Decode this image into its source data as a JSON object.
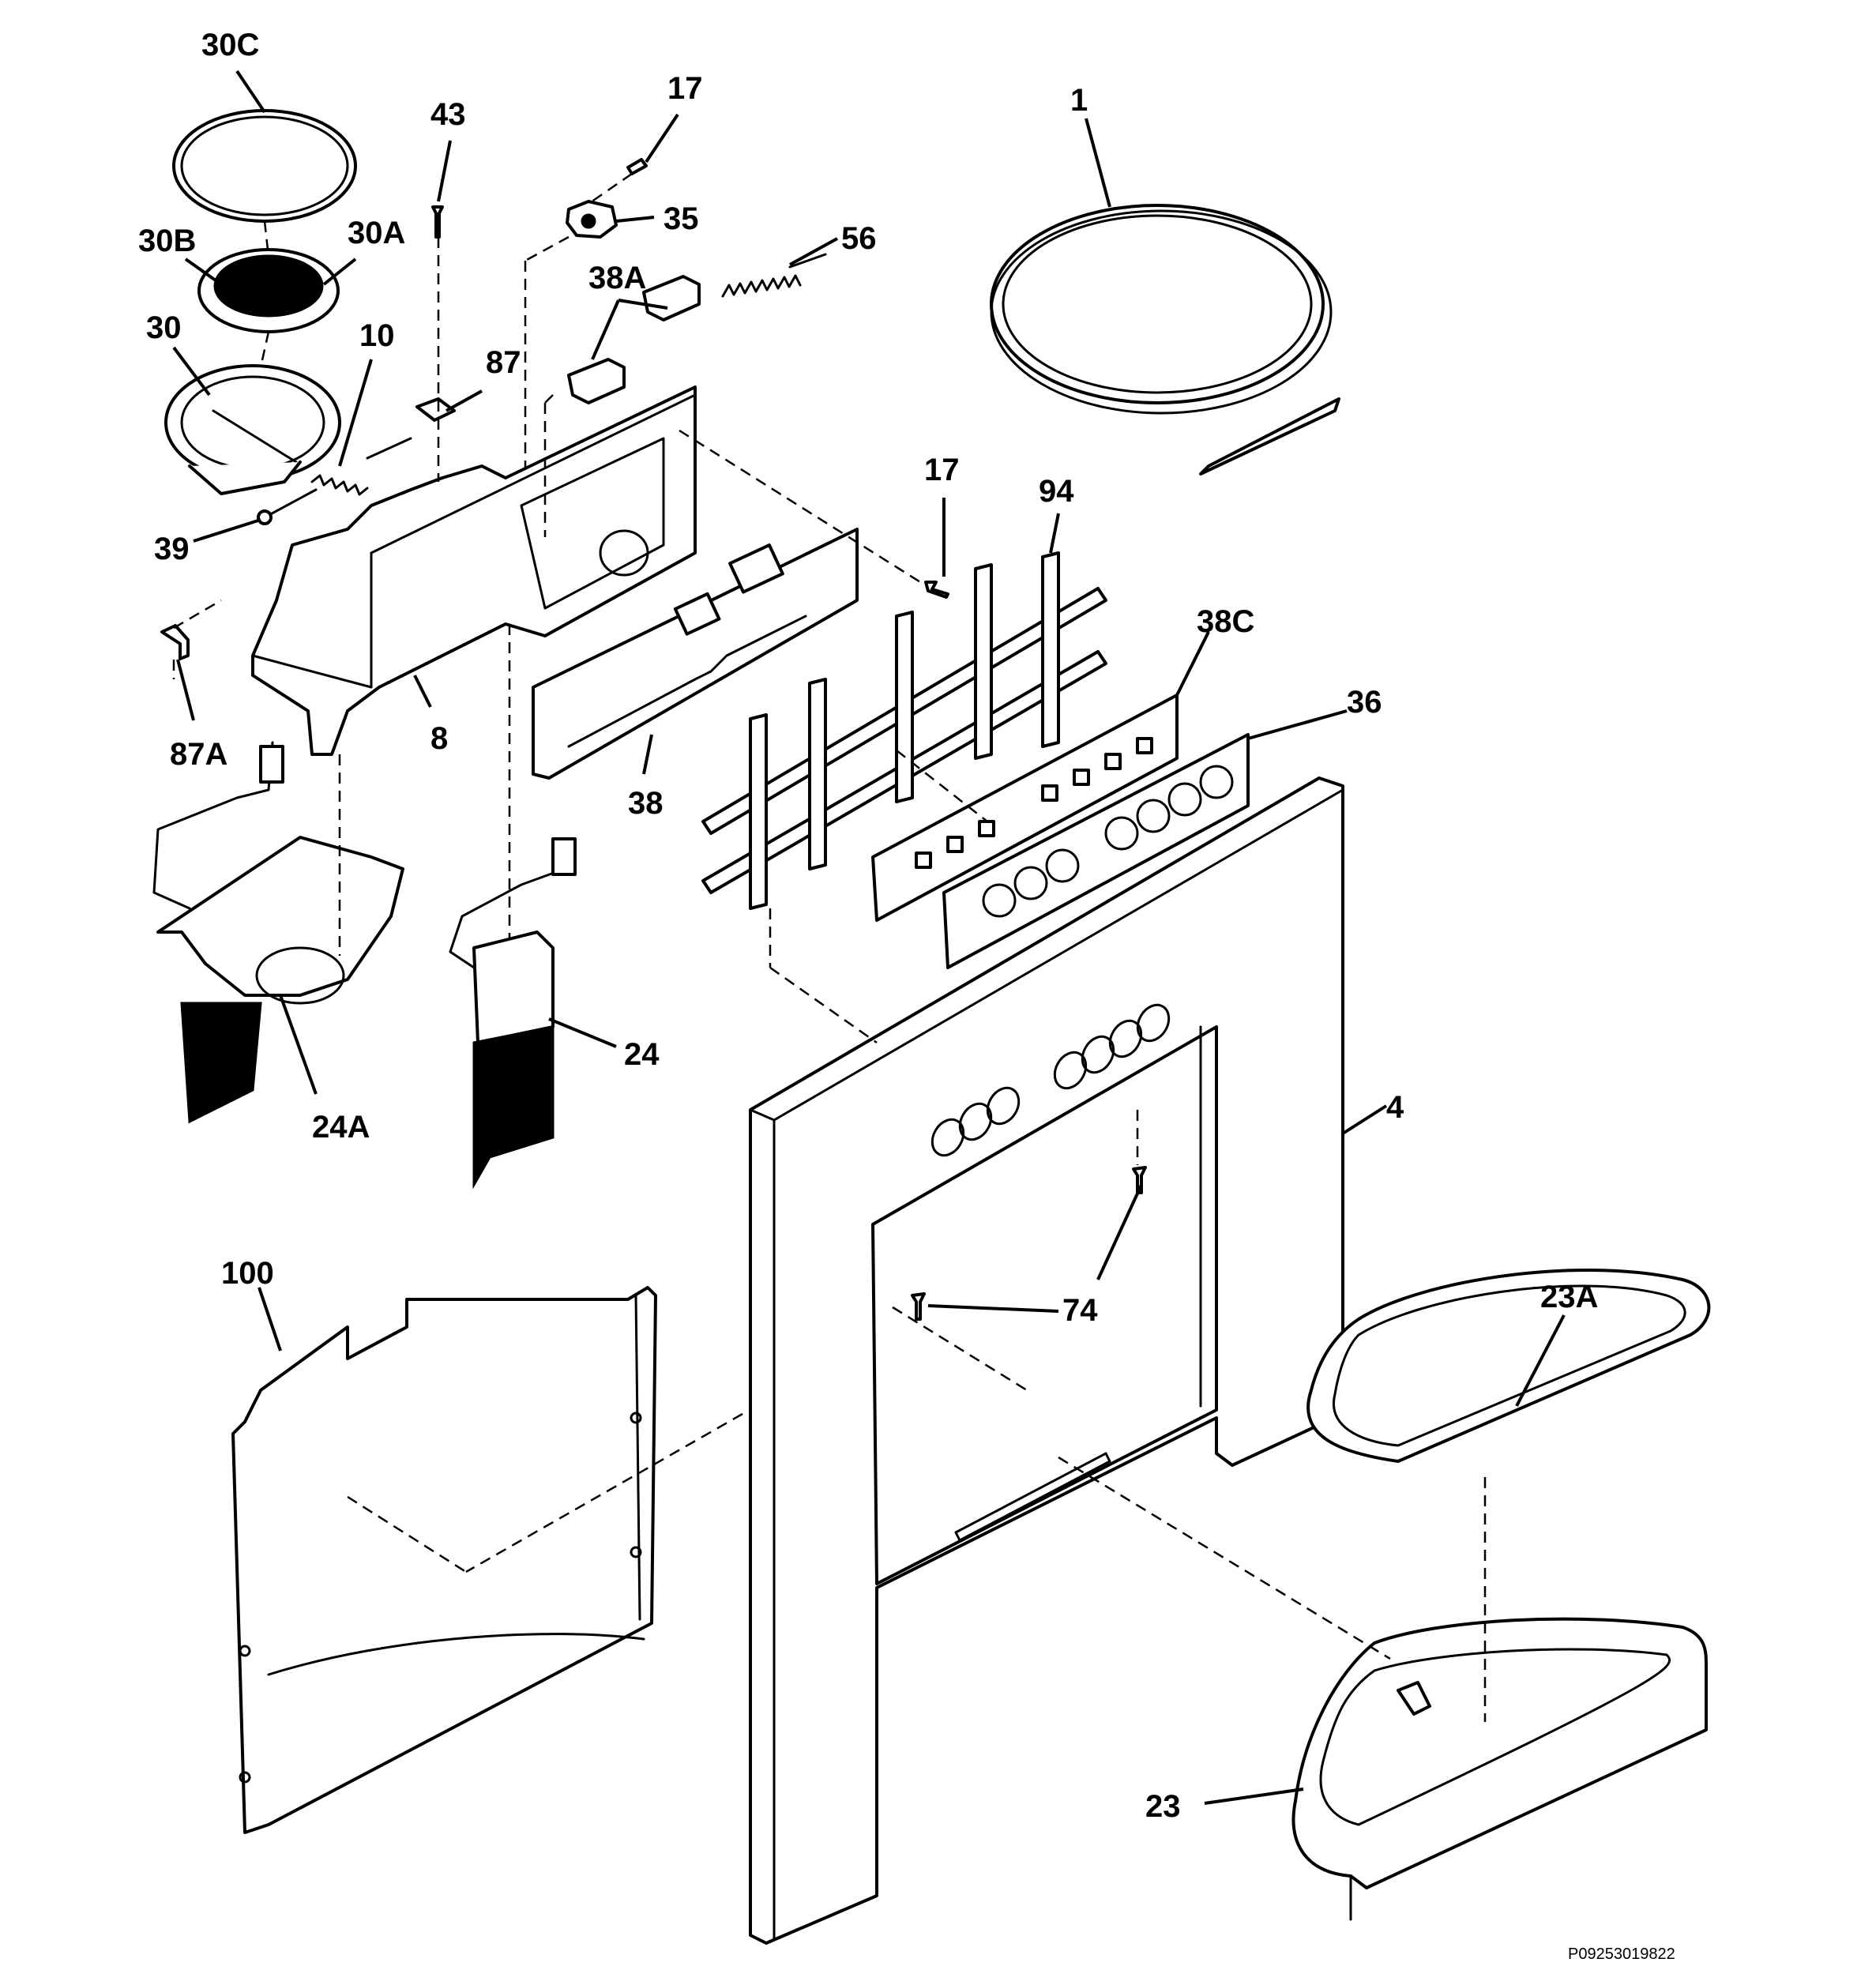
{
  "callouts": {
    "c30C": "30C",
    "c43": "43",
    "c17a": "17",
    "c35": "35",
    "c56": "56",
    "c1": "1",
    "c30B": "30B",
    "c30A": "30A",
    "c38A": "38A",
    "c30": "30",
    "c10": "10",
    "c87": "87",
    "c39": "39",
    "c17b": "17",
    "c94": "94",
    "c38C": "38C",
    "c36": "36",
    "c8": "8",
    "c87A": "87A",
    "c38": "38",
    "c24": "24",
    "c24A": "24A",
    "c4": "4",
    "c100": "100",
    "c74": "74",
    "c23A": "23A",
    "c23": "23"
  },
  "diagram_code": "P09253019822"
}
